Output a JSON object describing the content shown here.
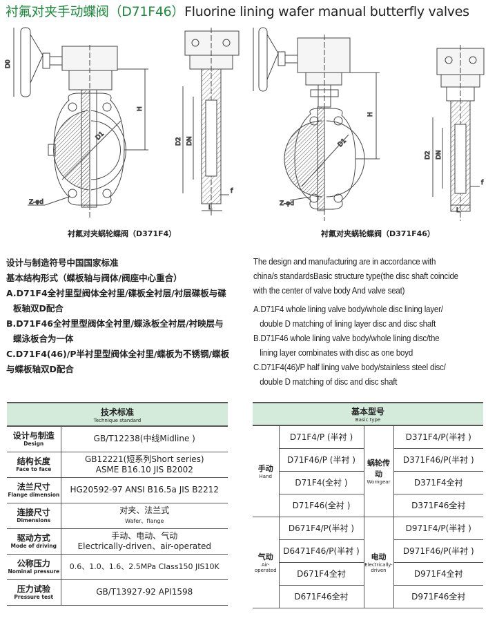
{
  "title": {
    "cn": "衬氟对夹手动蝶阀（D71F46）",
    "en": "Fluorine lining wafer manual butterfly valves"
  },
  "drawings": [
    {
      "caption": "衬氟对夹蜗轮蝶阀（D371F4）",
      "labels": {
        "d0": "D0",
        "h": "H",
        "d1": "D1",
        "d2": "D2",
        "dn": "DN",
        "f": "f",
        "l": "L",
        "z": "Z-φd"
      }
    },
    {
      "caption": "衬氟对夹蜗轮蝶阀（D371F46）",
      "labels": {
        "d0": "D0",
        "h": "H",
        "d1": "D1",
        "d2": "D2",
        "dn": "DN",
        "f": "f",
        "l": "L",
        "z": "Z-φd"
      }
    }
  ],
  "cn_text": [
    "设计与制造符号中国国家标准",
    "基本结构形式（蝶板轴与阀体/阀座中心重合）",
    "A.D71F4全衬里型阀体全衬里/碟板全衬层/衬层碟板与碟",
    "板轴双D配合",
    "B.D71F46全衬里型阀体全衬里/蝶泳板全衬层/衬映层与",
    "蝶泳板合为一体",
    "C.D71F4(46)/P半衬里型阀体全衬里/蝶板为不锈钢/蝶板",
    "与蝶板轴双D配合"
  ],
  "en_text": [
    "The design and manufacturing are in accordance with",
    "china/s standardsBasic structure type(the disc shaft coincide",
    "with the center of valve body And valve seat)",
    "A.D71F4 whole lining valve body/whole disc lining layer/",
    "double D matching of lining layer disc and disc shaft",
    "B.D71F46 whole lining valve body/whole lining disc/the",
    "lining layer combinates with disc as one boyd",
    "C.D71F4(46)/P  half lining valve body/stainless steel disc/",
    "double D matching of disc and disc shaft"
  ],
  "tech": {
    "title_cn": "技术标准",
    "title_en": "Technique standard",
    "rows": [
      {
        "cn": "设计与制造",
        "en": "Design",
        "v1": "GB/T12238(中线Midline )",
        "v2": ""
      },
      {
        "cn": "结构长度",
        "en": "Face to face",
        "v1": "GB12221(短系列Short series)",
        "v2": "ASME B16.10 JIS B2002"
      },
      {
        "cn": "法兰尺寸",
        "en": "Flange dimension",
        "v1": "HG20592-97 ANSI B16.5a JIS B2212",
        "v2": ""
      },
      {
        "cn": "连接尺寸",
        "en": "Dimensions",
        "v1": "对夹、法兰式",
        "v2": "Wafer、flange"
      },
      {
        "cn": "驱动方式",
        "en": "Mode of driving",
        "v1": "手动、电动、气动",
        "v2": "Electrically-driven、air-operated"
      },
      {
        "cn": "公称压力",
        "en": "Nominal pressure",
        "v1": "0.6、1.0、1.6、2.5MPa Class150 JIS10K",
        "v2": ""
      },
      {
        "cn": "压力试验",
        "en": "Pressure test",
        "v1": "GB/T13927-92 API1598",
        "v2": ""
      }
    ]
  },
  "basic": {
    "title_cn": "基本型号",
    "title_en": "Basic type",
    "hand": {
      "cn": "手动",
      "en": "Hand"
    },
    "worm": {
      "cn": "蜗轮传动",
      "en": "Worngear"
    },
    "air": {
      "cn": "气动",
      "en": "Air-operated"
    },
    "elec": {
      "cn": "电动",
      "en": "Electrically-driven"
    },
    "left": [
      "D71F4/P (半衬 )",
      "D71F46/P (半衬 )",
      "D71F4(全衬 )",
      "D71F46(全衬 )",
      "D671F4/P(半衬 )",
      "D6471F46/P(半衬 )",
      "D671F4全衬",
      "D671F46全衬"
    ],
    "right": [
      "D371F4/P(半衬 )",
      "D371F46/P(半衬 )",
      "D371F4全衬",
      "D371F46全衬",
      "D971F4/P(半衬 )",
      "D971F46/P(半衬 )",
      "D971F4全衬",
      "D971F46全衬"
    ]
  }
}
